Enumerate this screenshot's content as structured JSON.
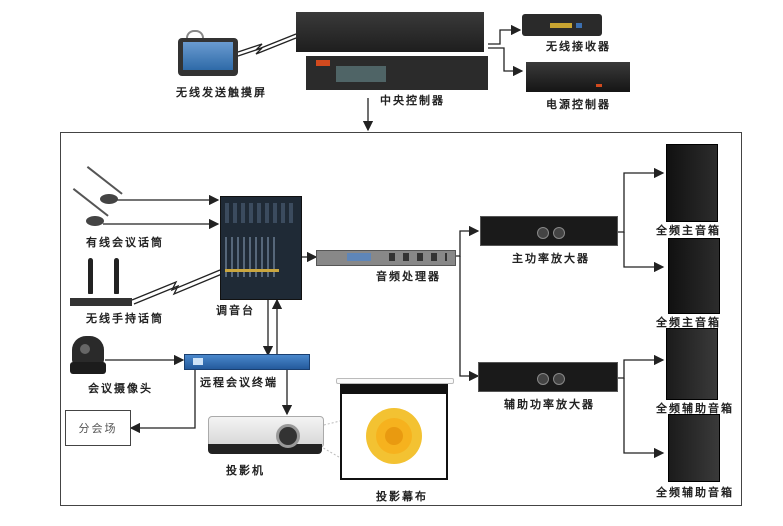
{
  "diagram": {
    "top": {
      "touch_panel": "无线发送触摸屏",
      "central_controller": "中央控制器",
      "wireless_receiver": "无线接收器",
      "power_controller": "电源控制器"
    },
    "audio": {
      "wired_mics": "有线会议话筒",
      "wireless_mics": "无线手持话筒",
      "mixer": "调音台",
      "processor": "音频处理器",
      "main_amp": "主功率放大器",
      "aux_amp": "辅助功率放大器",
      "main_speaker_1": "全频主音箱",
      "main_speaker_2": "全频主音箱",
      "aux_speaker_1": "全频辅助音箱",
      "aux_speaker_2": "全频辅助音箱"
    },
    "video": {
      "camera": "会议摄像头",
      "codec": "远程会议终端",
      "sub_venue": "分会场",
      "projector": "投影机",
      "screen": "投影幕布"
    }
  },
  "colors": {
    "wire": "#222222",
    "device_dark": "#2a2a2a",
    "codec_blue": "#2f6fb5",
    "rose": "#f5c030"
  }
}
